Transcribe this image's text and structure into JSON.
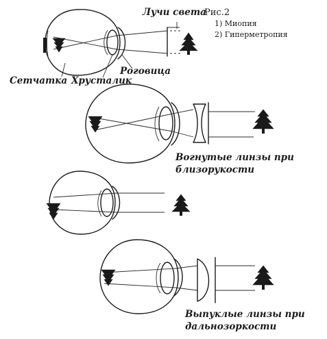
{
  "figure": {
    "number_label": "Рис.2",
    "legend": [
      "1) Миопия",
      "2) Гиперметропия"
    ]
  },
  "labels": {
    "light_rays": "Лучи света",
    "retina": "Сетчатка",
    "lens": "Хрусталик",
    "cornea": "Роговица",
    "concave_caption": [
      "Вогнутые линзы при",
      "близорукости"
    ],
    "convex_caption": [
      "Выпуклые линзы при",
      "дальнозоркости"
    ]
  },
  "icons": [
    "eye-diagram",
    "tree-icon",
    "concave-lens",
    "convex-lens"
  ]
}
